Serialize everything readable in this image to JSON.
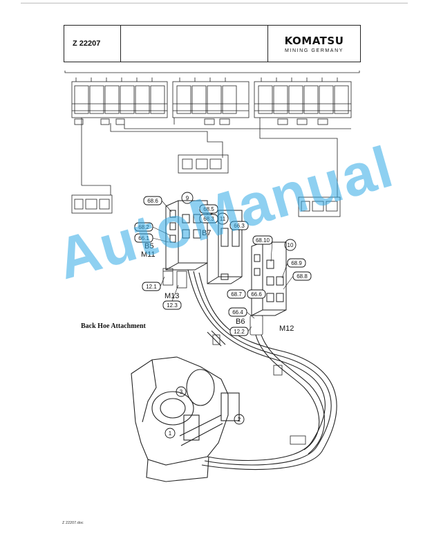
{
  "header": {
    "doc_number": "Z 22207",
    "logo_brand": "KOMATSU",
    "logo_sub": "MINING GERMANY"
  },
  "diagram": {
    "caption": "Back Hoe Attachment",
    "labels": {
      "l_9": "9",
      "l_68_6": "68.6",
      "l_68_5": "68.5",
      "l_68_3": "68.3",
      "l_11": "11",
      "l_66_3": "66.3",
      "l_68_2": "68.2",
      "l_66_1": "66.1",
      "l_b7": "B7",
      "l_b5": "B5",
      "l_m11": "M11",
      "l_68_10": "68.10",
      "l_10": "10",
      "l_68_9": "68.9",
      "l_68_8": "68.8",
      "l_12_1": "12.1",
      "l_m13": "M13",
      "l_12_3": "12.3",
      "l_68_7": "68.7",
      "l_66_6": "66.6",
      "l_66_4": "66.4",
      "l_b6": "B6",
      "l_m12": "M12",
      "l_12_2": "12.2",
      "l_1": "1",
      "l_2": "2",
      "l_3": "3"
    }
  },
  "watermark": "AutoManual",
  "footer": {
    "filename": "Z 22207.doc"
  },
  "colors": {
    "watermark": "#32aae6",
    "ink": "#111111"
  }
}
